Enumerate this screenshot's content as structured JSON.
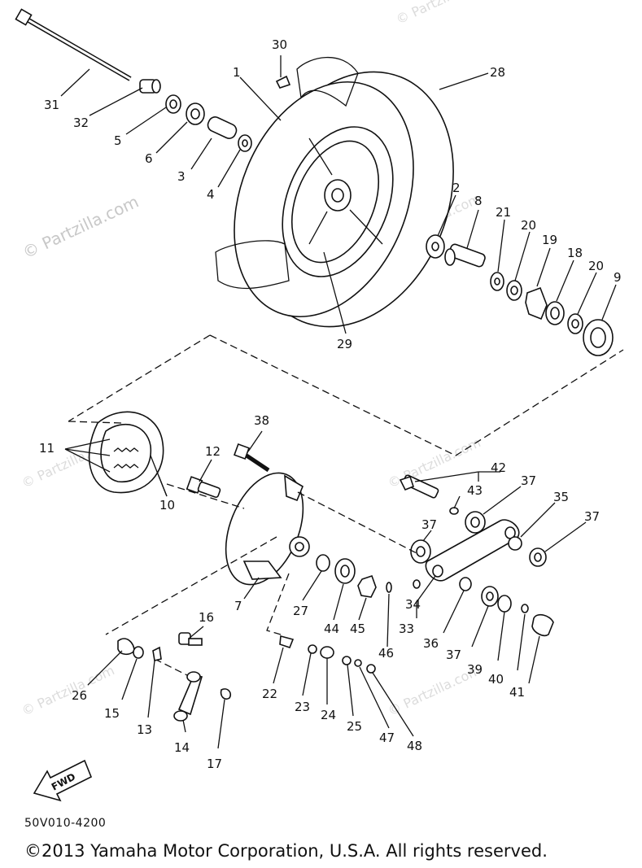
{
  "watermark": "© Partzilla.com",
  "fwd_label": "FWD",
  "diagram_code": "50V010-4200",
  "copyright": "©2013  Yamaha Motor Corporation, U.S.A. All rights reserved.",
  "labels": {
    "p1": "1",
    "p2": "2",
    "p3": "3",
    "p4": "4",
    "p5": "5",
    "p6": "6",
    "p7": "7",
    "p8": "8",
    "p9": "9",
    "p10": "10",
    "p11": "11",
    "p12": "12",
    "p13": "13",
    "p14": "14",
    "p15": "15",
    "p16": "16",
    "p17": "17",
    "p18": "18",
    "p19": "19",
    "p20a": "20",
    "p20b": "20",
    "p21": "21",
    "p22": "22",
    "p23": "23",
    "p24": "24",
    "p25": "25",
    "p26": "26",
    "p27": "27",
    "p28": "28",
    "p29": "29",
    "p30": "30",
    "p31": "31",
    "p32": "32",
    "p33": "33",
    "p34": "34",
    "p35": "35",
    "p36": "36",
    "p37a": "37",
    "p37b": "37",
    "p37c": "37",
    "p37d": "37",
    "p38": "38",
    "p39": "39",
    "p40": "40",
    "p41": "41",
    "p42": "42",
    "p43": "43",
    "p44": "44",
    "p45": "45",
    "p46": "46",
    "p47": "47",
    "p48": "48"
  }
}
